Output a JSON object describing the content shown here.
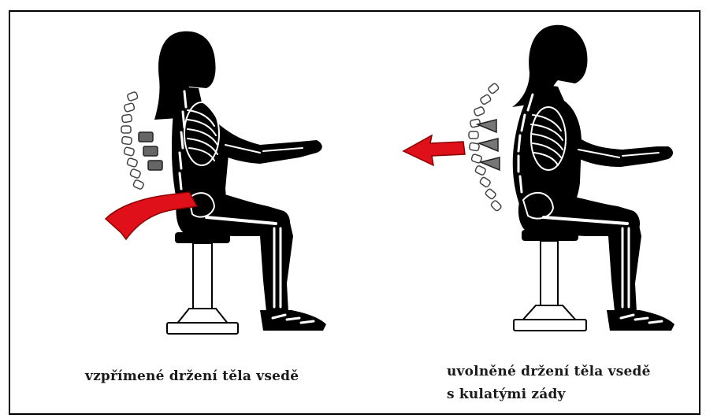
{
  "captions": {
    "left": "vzpřímené držení těla vsedě",
    "right_line1": "uvolněné držení těla vsedě",
    "right_line2": "s kulatými zády"
  },
  "colors": {
    "figure": "#000000",
    "bone": "#ffffff",
    "arrow": "#e0101a",
    "vertebra_outline": "#444444",
    "pressure_wedge": "#777777"
  }
}
